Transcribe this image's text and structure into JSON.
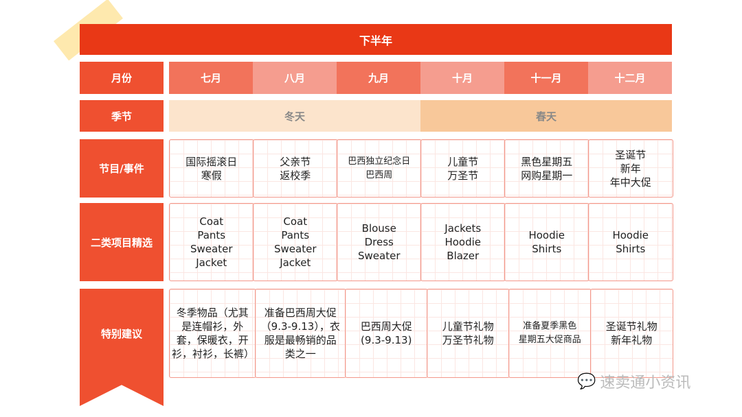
{
  "title": "下半年",
  "labels": {
    "month": "月份",
    "season": "季节",
    "events": "节目/事件",
    "items": "二类项目精选",
    "advice": "特别建议"
  },
  "months": [
    "七月",
    "八月",
    "九月",
    "十月",
    "十一月",
    "十二月"
  ],
  "seasons": [
    "冬天",
    "春天"
  ],
  "events": [
    "国际摇滚日\n寒假",
    "父亲节\n返校季",
    "巴西独立纪念日\n巴西周",
    "儿童节\n万圣节",
    "黑色星期五\n网购星期一",
    "圣诞节\n新年\n年中大促"
  ],
  "items": [
    "Coat\nPants\nSweater\nJacket",
    "Coat\nPants\nSweater\nJacket",
    "Blouse\nDress\nSweater",
    "Jackets\nHoodie\nBlazer",
    "Hoodie\nShirts",
    "Hoodie\nShirts"
  ],
  "advice": [
    "冬季物品（尤其是连帽衫，外套，保暖衣，开衫，衬衫，长裤）",
    "准备巴西周大促（9.3-9.13），衣服是最畅销的品类之一",
    "巴西周大促\n(9.3-9.13)",
    "儿童节礼物\n万圣节礼物",
    "准备夏季黑色\n星期五大促商品",
    "圣诞节礼物\n新年礼物"
  ],
  "watermark": "速卖通小资讯",
  "colors": {
    "title": "#e93816",
    "label": "#ef5030",
    "month_dark": "#f2735b",
    "month_light": "#f59d8f",
    "season1": "#fce4cc",
    "season2": "#f8c89a"
  }
}
